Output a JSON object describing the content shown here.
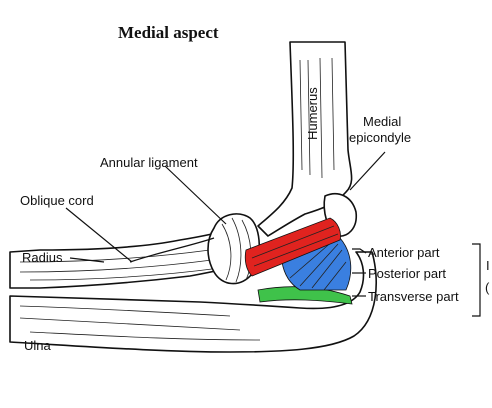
{
  "title": "Medial aspect",
  "labels": {
    "humerus": "Humerus",
    "medial_epicondyle_line1": "Medial",
    "medial_epicondyle_line2": "epicondyle",
    "annular_ligament": "Annular ligament",
    "oblique_cord": "Oblique cord",
    "radius": "Radius",
    "ulna": "Ulna",
    "anterior_part": "Anterior part",
    "posterior_part": "Posterior part",
    "transverse_part": "Transverse part",
    "bracket_partial_1": "I",
    "bracket_partial_2": "("
  },
  "colors": {
    "anterior": "#e0231f",
    "posterior": "#3a7fe0",
    "transverse": "#3fc24a",
    "outline": "#111111"
  }
}
